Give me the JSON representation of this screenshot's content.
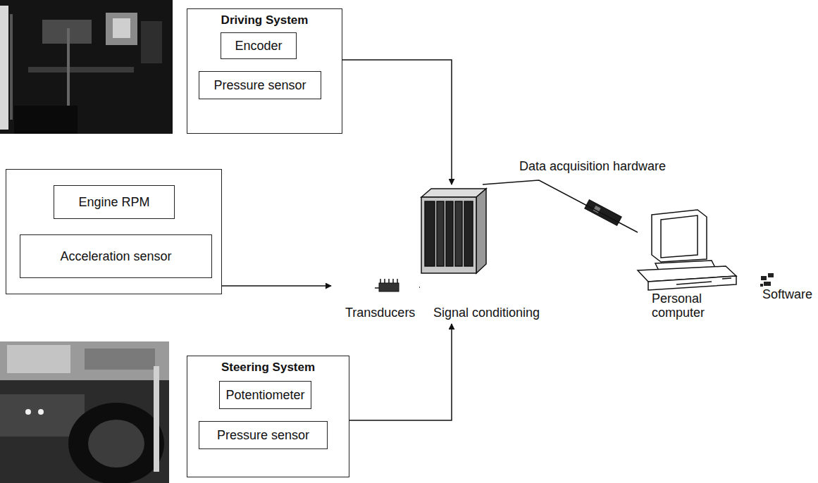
{
  "diagram": {
    "nodes": [
      {
        "text": [
          "Driving System"
        ]
      },
      {
        "text": [
          "Encoder"
        ],
        "in": 0
      },
      {
        "text": [
          "Pressure sensor"
        ],
        "in": 0
      },
      {
        "text": []
      },
      {
        "text": [
          "Engine RPM"
        ],
        "in": 3
      },
      {
        "text": [
          "Acceleration sensor"
        ],
        "in": 3
      },
      {
        "text": [
          "Steering System"
        ]
      },
      {
        "text": [
          "Potentiometer"
        ],
        "in": 6
      },
      {
        "text": [
          "Pressure sensor"
        ],
        "in": 6
      },
      {
        "text": [
          "Transducers"
        ]
      },
      {
        "text": [
          "Signal conditioning"
        ]
      },
      {
        "text": [
          "Personal computer"
        ]
      }
    ],
    "edges": [
      {
        "from": 0,
        "to": 10,
        "arrow": "to"
      },
      {
        "from": 3,
        "to": 9,
        "arrow": "to"
      },
      {
        "from": 6,
        "to": 10,
        "arrow": "to"
      },
      {
        "from": 9,
        "to": 10,
        "arrow": "none"
      },
      {
        "from": 10,
        "to": 11,
        "arrow": "none",
        "label": "Data acquisition hardware"
      }
    ],
    "labels": [
      "Software"
    ]
  }
}
